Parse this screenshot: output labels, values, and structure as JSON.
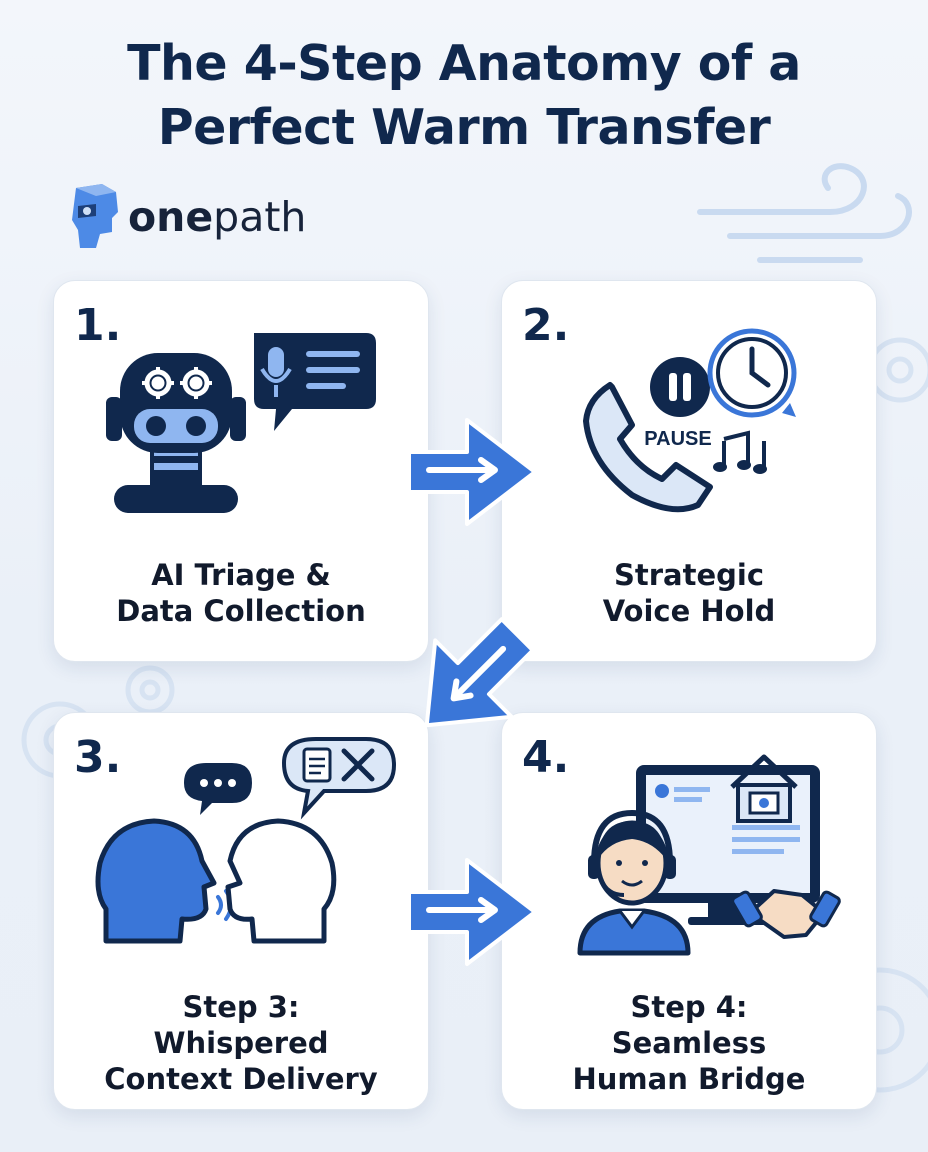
{
  "title": {
    "line1": "The 4-Step Anatomy of a",
    "line2": "Perfect Warm Transfer"
  },
  "brand": {
    "name_bold": "one",
    "name_light": "path",
    "logo_icon": "onepath-head-logo-icon"
  },
  "steps": [
    {
      "number": "1.",
      "label_line1": "AI Triage &",
      "label_line2": "Data Collection",
      "icons": [
        "robot-head-icon",
        "gears-icon",
        "microphone-chat-bubble-icon"
      ]
    },
    {
      "number": "2.",
      "label_line1": "Strategic",
      "label_line2": "Voice Hold",
      "pause_text": "PAUSE",
      "icons": [
        "phone-handset-icon",
        "pause-icon",
        "clock-icon",
        "music-notes-icon"
      ]
    },
    {
      "number": "3.",
      "label_line1": "Step 3:",
      "label_line2": "Whispered",
      "label_line3": "Context Delivery",
      "icons": [
        "speaking-head-icon",
        "listening-head-icon",
        "ellipsis-bubble-icon",
        "document-tools-bubble-icon"
      ]
    },
    {
      "number": "4.",
      "label_line1": "Step 4:",
      "label_line2": "Seamless",
      "label_line3": "Human Bridge",
      "icons": [
        "agent-headset-icon",
        "monitor-dashboard-icon",
        "house-icon",
        "handshake-icon"
      ]
    }
  ],
  "colors": {
    "navy": "#10284d",
    "accent_blue": "#3a76d8",
    "light_blue": "#cfe0f6",
    "background": "#eef3f9"
  }
}
